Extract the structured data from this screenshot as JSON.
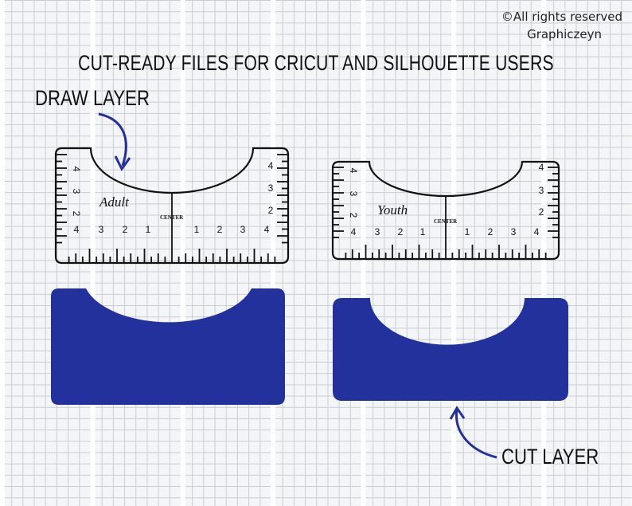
{
  "copyright": {
    "line": "©All rights reserved",
    "brand": "Graphiczeyn"
  },
  "headline": "CUT-READY FILES FOR CRICUT AND SILHOUETTE USERS",
  "labels": {
    "draw_layer": "DRAW LAYER",
    "cut_layer": "CUT LAYER"
  },
  "rulers": {
    "adult": {
      "name": "Adult",
      "center": "CENTER",
      "bottom_numbers": [
        "4",
        "3",
        "2",
        "1",
        "1",
        "2",
        "3",
        "4"
      ],
      "side_numbers": [
        "4",
        "3",
        "2"
      ]
    },
    "youth": {
      "name": "Youth",
      "center": "CENTER",
      "bottom_numbers": [
        "4",
        "3",
        "2",
        "1",
        "1",
        "2",
        "3",
        "4"
      ],
      "side_numbers": [
        "4",
        "3",
        "2"
      ]
    }
  },
  "colors": {
    "cut_fill": "#22319b",
    "arrow": "#22319b",
    "ink": "#111111"
  }
}
